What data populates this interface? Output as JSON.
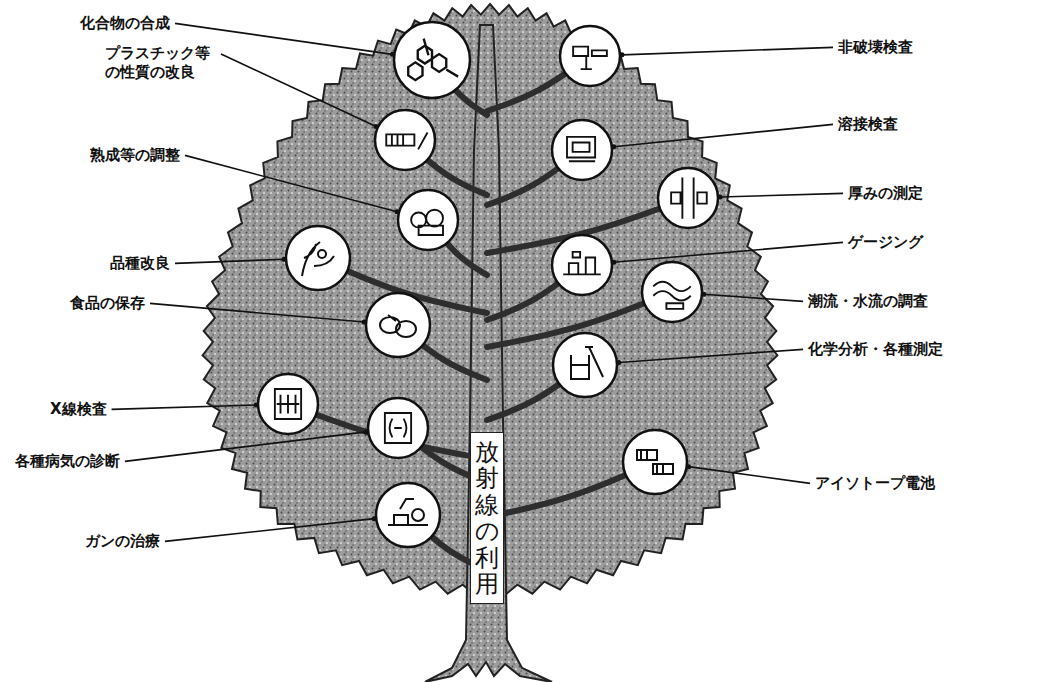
{
  "diagram": {
    "nodes": [
      {
        "text": [
          "放射線の利用"
        ]
      }
    ],
    "labels": [
      "化合物の合成",
      "非破壊検査",
      "プラスチック等 の性質の改良",
      "溶接検査",
      "熟成等の調整",
      "厚みの測定",
      "品種改良",
      "ゲージング",
      "食品の保存",
      "潮流・水流の調査",
      "化学分析・各種測定",
      "X線検査",
      "各種病気の診断",
      "アイソトープ電池",
      "ガンの治療"
    ]
  }
}
